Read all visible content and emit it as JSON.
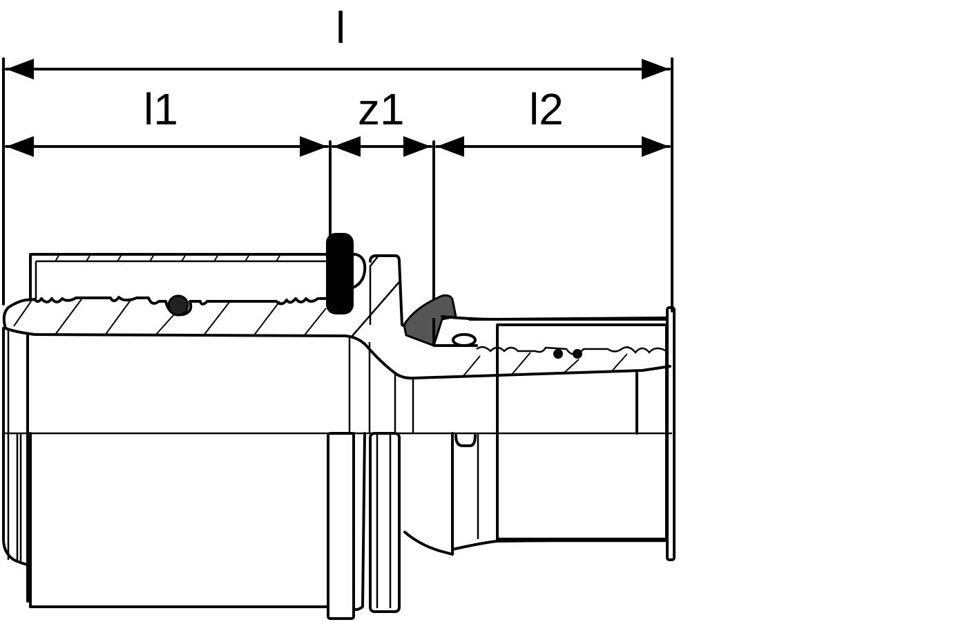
{
  "drawing": {
    "dimension_labels": {
      "total_length": "l",
      "insertion_depth_left": "l1",
      "center_offset": "z1",
      "insertion_depth_right": "l2"
    },
    "line_color": "#000000",
    "background_color": "#ffffff"
  }
}
